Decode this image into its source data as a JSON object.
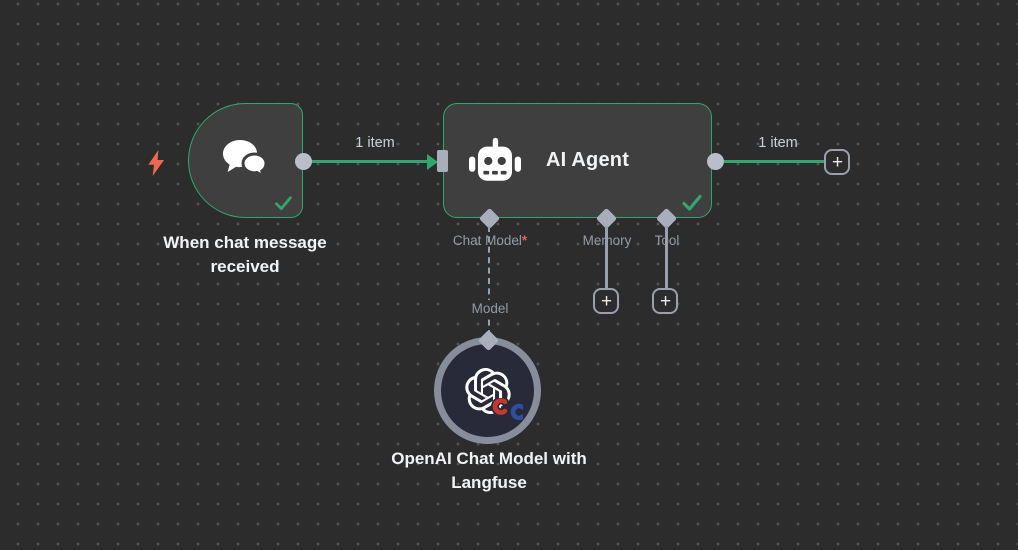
{
  "canvas": {
    "background": "#2c2c2c",
    "dot_color": "#545454",
    "accent_green": "#32a66e",
    "node_fill": "#3f3f3f",
    "port_gray": "#a9afba",
    "label_gray": "#959ba5",
    "trigger_red": "#ec6a52"
  },
  "trigger_node": {
    "label": "When chat message received",
    "icon": "chat-bubbles",
    "status": "success"
  },
  "agent_node": {
    "title": "AI Agent",
    "icon": "robot",
    "status": "success",
    "sub_inputs": [
      {
        "label": "Chat Model",
        "required_marker": "*"
      },
      {
        "label": "Memory"
      },
      {
        "label": "Tool"
      }
    ]
  },
  "model_node": {
    "label": "OpenAI Chat Model with Langfuse",
    "icon": "openai-logo",
    "badge_icon": "langfuse-badge"
  },
  "connections": {
    "trigger_to_agent_label": "1 item",
    "agent_output_label": "1 item",
    "model_link_label": "Model"
  },
  "controls": {
    "add_button_label": "+"
  }
}
